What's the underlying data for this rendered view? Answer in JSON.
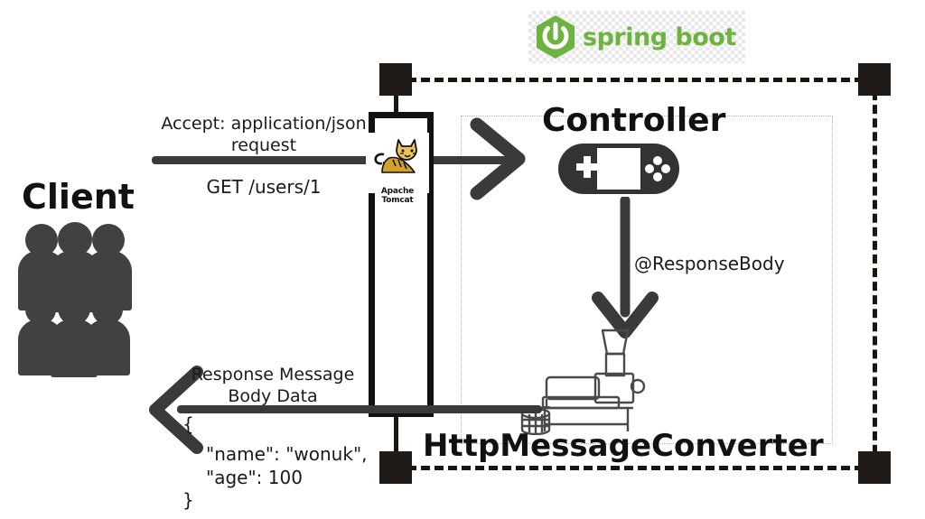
{
  "diagram": {
    "title": "Spring Boot HTTP request/response flow with HttpMessageConverter",
    "brand": {
      "logo_text": "spring boot",
      "logo_color": "#6db33f",
      "icon": "power-hexagon-icon"
    },
    "accent_dark": "#211b18",
    "arrow_color": "#3a3a3a"
  },
  "client": {
    "label": "Client",
    "icon": "people-group-icon",
    "people_count": 6
  },
  "request": {
    "header_line1": "Accept: application/json",
    "header_line2": "request",
    "method_line": "GET /users/1"
  },
  "server": {
    "tomcat": {
      "caption": "Apache Tomcat",
      "icon": "apache-tomcat-cat-icon"
    },
    "controller": {
      "label": "Controller",
      "icon": "game-controller-icon"
    },
    "annotation": "@ResponseBody",
    "converter": {
      "label": "HttpMessageConverter",
      "icon": "press-machine-icon"
    }
  },
  "response": {
    "label_line1": "Response Message",
    "label_line2": "Body Data",
    "body_lines": [
      "{",
      "    \"name\": \"wonuk\",",
      "    \"age\": 100",
      "}"
    ],
    "body_open": "{",
    "body_name": "\"name\": \"wonuk\",",
    "body_age": "\"age\": 100",
    "body_close": "}"
  }
}
